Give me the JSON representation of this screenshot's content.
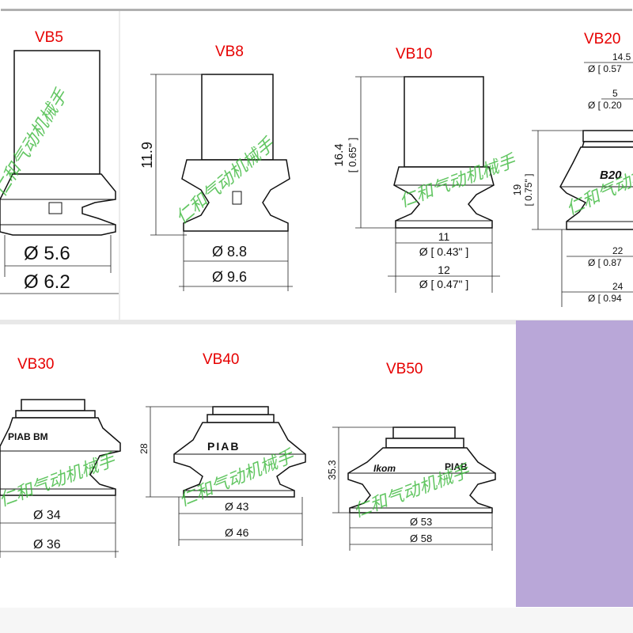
{
  "panels": {
    "vb5": {
      "title": "VB5",
      "dims": {
        "d1": "Ø 5.6",
        "d2": "Ø 6.2"
      }
    },
    "vb8": {
      "title": "VB8",
      "dims": {
        "height": "11.9",
        "d1": "Ø 8.8",
        "d2": "Ø 9.6"
      }
    },
    "vb10": {
      "title": "VB10",
      "dims": {
        "height_mm": "16.4",
        "height_in": "[ 0.65\" ]",
        "d1_mm": "11",
        "d1_in": "Ø [ 0.43\" ]",
        "d2_mm": "12",
        "d2_in": "Ø [ 0.47\" ]"
      }
    },
    "vb20": {
      "title": "VB20",
      "dims": {
        "top_mm": "14.5",
        "top_in": "Ø [ 0.57",
        "neck_mm": "5",
        "neck_in": "Ø [ 0.20",
        "height_mm": "19",
        "height_in": "[ 0.75\" ]",
        "d1_mm": "22",
        "d1_in": "Ø [ 0.87",
        "d2_mm": "24",
        "d2_in": "Ø [ 0.94"
      },
      "body_text": "B20"
    },
    "vb30": {
      "title": "VB30",
      "dims": {
        "d1": "Ø 34",
        "d2": "Ø 36"
      },
      "body_text": "PIAB BM"
    },
    "vb40": {
      "title": "VB40",
      "dims": {
        "height": "28",
        "d1": "Ø 43",
        "d2": "Ø 46"
      },
      "body_text": "PIAB"
    },
    "vb50": {
      "title": "VB50",
      "dims": {
        "height": "35.3",
        "d1": "Ø 53",
        "d2": "Ø 58"
      },
      "body_text_left": "Ikom",
      "body_text_right": "PIAB"
    }
  },
  "watermark": "仁和气动机械手",
  "colors": {
    "title": "#e60000",
    "watermark": "#3cb83c",
    "swatch": "#b9a7d8"
  }
}
